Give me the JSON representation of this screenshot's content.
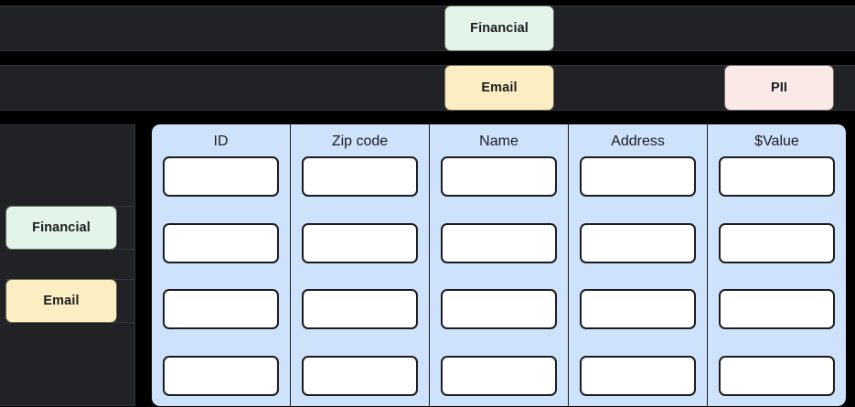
{
  "colors": {
    "page_background": "#000000",
    "panel_background": "#212225",
    "column_background": "#cfe2fb",
    "cell_background": "#ffffff",
    "tag_financial": "#e3f4e9",
    "tag_email": "#fceec3",
    "tag_pii": "#fbe9e7",
    "text_dark": "#1b1c1e"
  },
  "tag_rows": [
    {
      "row_index": 0,
      "tags": [
        {
          "label": "Financial",
          "variant": "financial"
        }
      ]
    },
    {
      "row_index": 1,
      "tags": [
        {
          "label": "Email",
          "variant": "email"
        },
        {
          "label": "PII",
          "variant": "pii"
        }
      ]
    }
  ],
  "sidebar": {
    "items": [
      {
        "label": "Financial",
        "variant": "financial"
      },
      {
        "label": "Email",
        "variant": "email"
      }
    ]
  },
  "table": {
    "columns": [
      {
        "header": "ID",
        "cells": [
          "",
          "",
          "",
          ""
        ]
      },
      {
        "header": "Zip code",
        "cells": [
          "",
          "",
          "",
          ""
        ]
      },
      {
        "header": "Name",
        "cells": [
          "",
          "",
          "",
          ""
        ]
      },
      {
        "header": "Address",
        "cells": [
          "",
          "",
          "",
          ""
        ]
      },
      {
        "header": "$Value",
        "cells": [
          "",
          "",
          "",
          ""
        ]
      }
    ],
    "row_count": 4
  }
}
